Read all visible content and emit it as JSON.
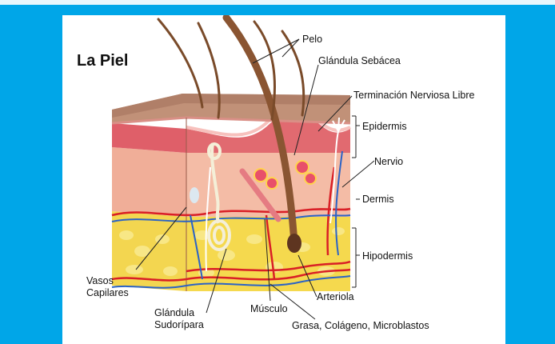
{
  "title": "La Piel",
  "labels": {
    "pelo": "Pelo",
    "glandula_sebacea": "Glándula Sebácea",
    "terminacion": "Terminación Nerviosa Libre",
    "epidermis": "Epidermis",
    "nervio": "Nervio",
    "dermis": "Dermis",
    "hipodermis": "Hipodermis",
    "vasos_1": "Vasos",
    "vasos_2": "Capilares",
    "glandula_sud_1": "Glándula",
    "glandula_sud_2": "Sudorípara",
    "musculo": "Músculo",
    "arteriola": "Arteriola",
    "grasa": "Grasa, Colágeno, Microblastos"
  },
  "colors": {
    "background": "#00a6e8",
    "panel": "#ffffff",
    "epidermis_top": "#b98a72",
    "epidermis_layer": "#e0606a",
    "dermis": "#f2b9a3",
    "hypodermis": "#f5d94e",
    "hair": "#7a4b2a",
    "artery": "#d91f26",
    "vein": "#2b63c6",
    "nerve": "#ffffff"
  }
}
